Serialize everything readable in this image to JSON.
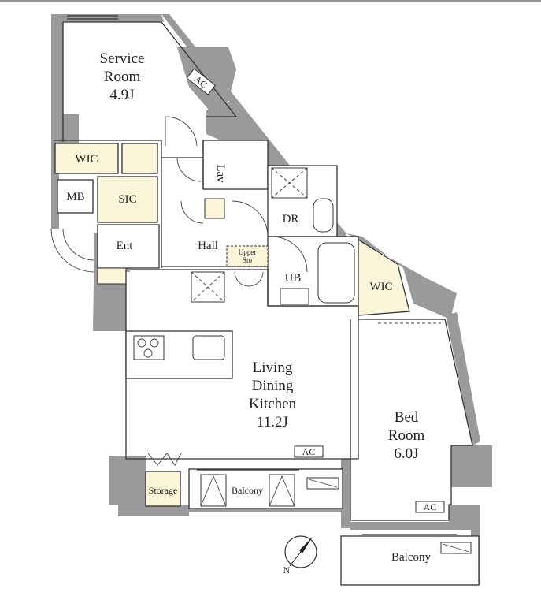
{
  "rooms": {
    "service_room": [
      "Service",
      "Room",
      "4.9J"
    ],
    "wic_top": "WIC",
    "mb": "MB",
    "sic": "SIC",
    "ent": "Ent",
    "hall": "Hall",
    "lav": "Lav",
    "dr": "DR",
    "ub": "UB",
    "upper_sto": [
      "Upper",
      "Sto"
    ],
    "wic_right": "WIC",
    "ldk": [
      "Living",
      "Dining",
      "Kitchen",
      "11.2J"
    ],
    "bed_room": [
      "Bed",
      "Room",
      "6.0J"
    ],
    "storage": "Storage",
    "balcony_left": "Balcony",
    "balcony_right": "Balcony"
  },
  "ac_labels": {
    "service": "AC",
    "ldk": "AC",
    "bed": "AC"
  },
  "compass": {
    "label": "N"
  },
  "colors": {
    "wall": "#9a9a9a",
    "storage_fill": "#fbf6d9",
    "line": "#333333"
  }
}
